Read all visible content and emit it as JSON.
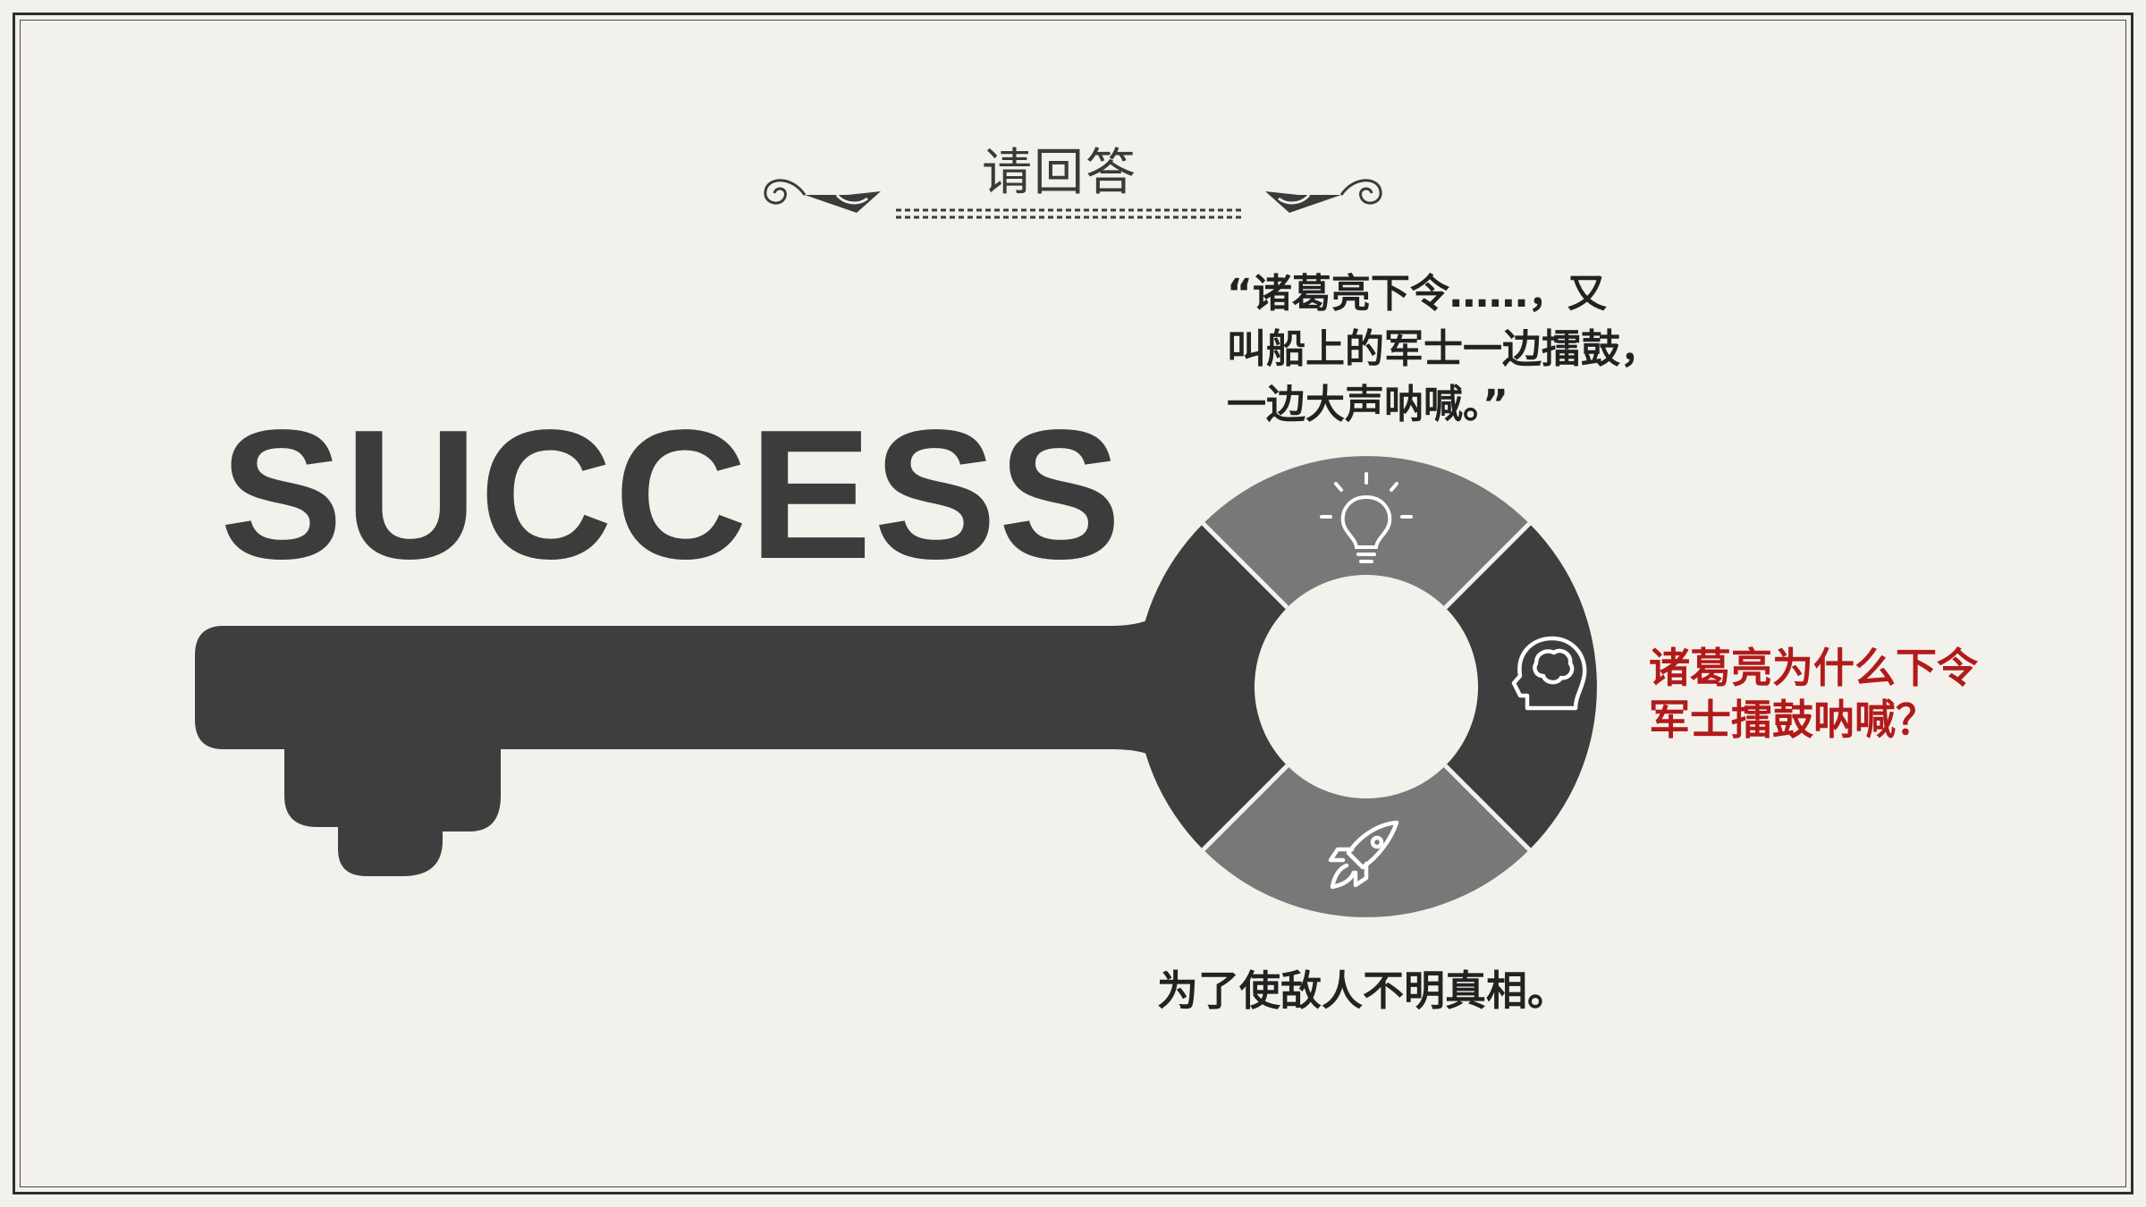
{
  "title": "请回答",
  "quote": {
    "lines": [
      "“诸葛亮下令……，又",
      "叫船上的军士一边擂鼓，",
      "一边大声呐喊。”"
    ]
  },
  "key_word": "SUCCESS",
  "question": {
    "lines": [
      "诸葛亮为什么下令",
      "军士擂鼓呐喊？"
    ]
  },
  "answer": "为了使敌人不明真相。",
  "icons": [
    "lightbulb-icon",
    "brain-head-icon",
    "rocket-icon"
  ],
  "colors": {
    "background": "#f3f1eb",
    "key_dark": "#3e3e3e",
    "key_mid": "#777777",
    "question_red": "#b21a1a"
  }
}
